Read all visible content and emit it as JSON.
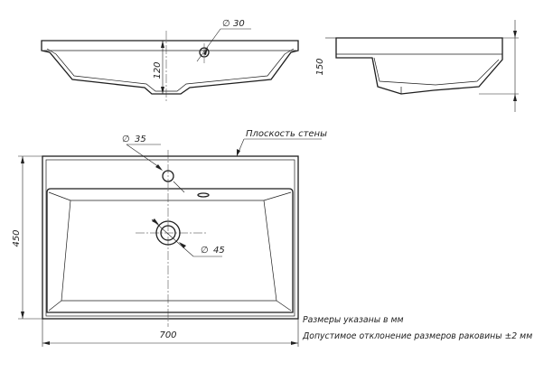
{
  "dimensions": {
    "front_hole": "30",
    "front_height": "120",
    "side_height": "150",
    "plan_hole": "35",
    "plan_drain": "45",
    "plan_depth": "450",
    "plan_width": "700"
  },
  "labels": {
    "wall_plane": "Плоскость стены"
  },
  "notes": {
    "line1": "Размеры указаны в мм",
    "line2": "Допустимое отклонение размеров раковины ±2 мм"
  },
  "symbols": {
    "diameter": "∅"
  }
}
